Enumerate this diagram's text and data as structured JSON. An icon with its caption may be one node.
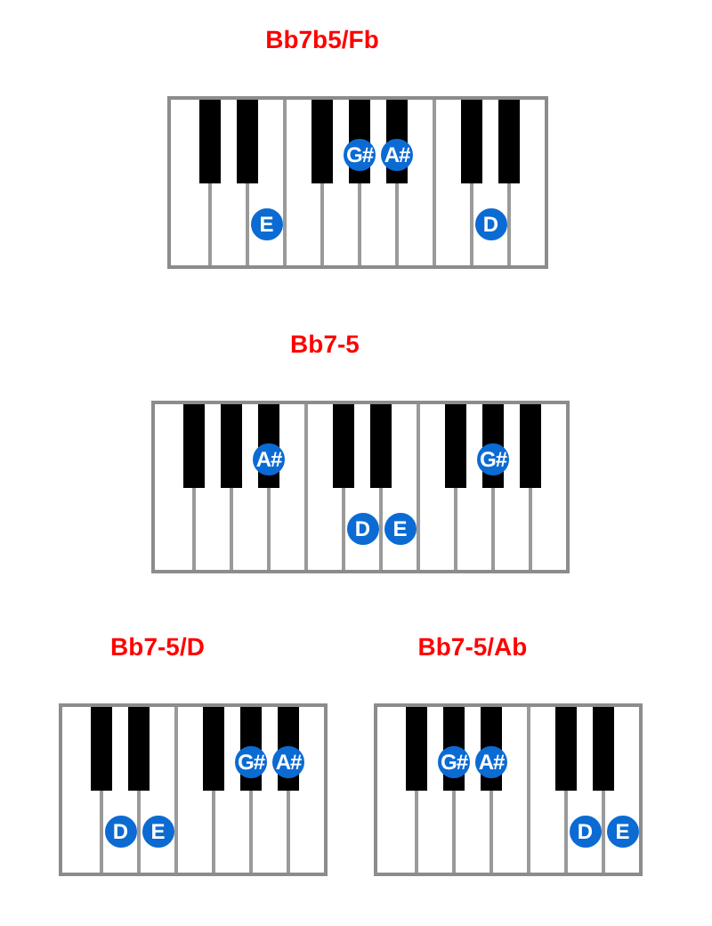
{
  "diagram": {
    "nodes": [
      {
        "text": [
          "Bb7b5/Fb"
        ]
      },
      {
        "text": [
          "G#"
        ],
        "in": 0
      },
      {
        "text": [
          "A#"
        ],
        "in": 0
      },
      {
        "text": [
          "E"
        ],
        "in": 0
      },
      {
        "text": [
          "D"
        ],
        "in": 0
      },
      {
        "text": [
          "Bb7-5"
        ]
      },
      {
        "text": [
          "A#"
        ],
        "in": 5
      },
      {
        "text": [
          "G#"
        ],
        "in": 5
      },
      {
        "text": [
          "D"
        ],
        "in": 5
      },
      {
        "text": [
          "E"
        ],
        "in": 5
      },
      {
        "text": [
          "Bb7-5/D"
        ]
      },
      {
        "text": [
          "G#"
        ],
        "in": 10
      },
      {
        "text": [
          "A#"
        ],
        "in": 10
      },
      {
        "text": [
          "D"
        ],
        "in": 10
      },
      {
        "text": [
          "E"
        ],
        "in": 10
      },
      {
        "text": [
          "Bb7-5/Ab"
        ]
      },
      {
        "text": [
          "G#"
        ],
        "in": 15
      },
      {
        "text": [
          "A#"
        ],
        "in": 15
      },
      {
        "text": [
          "D"
        ],
        "in": 15
      },
      {
        "text": [
          "E"
        ],
        "in": 15
      }
    ]
  }
}
